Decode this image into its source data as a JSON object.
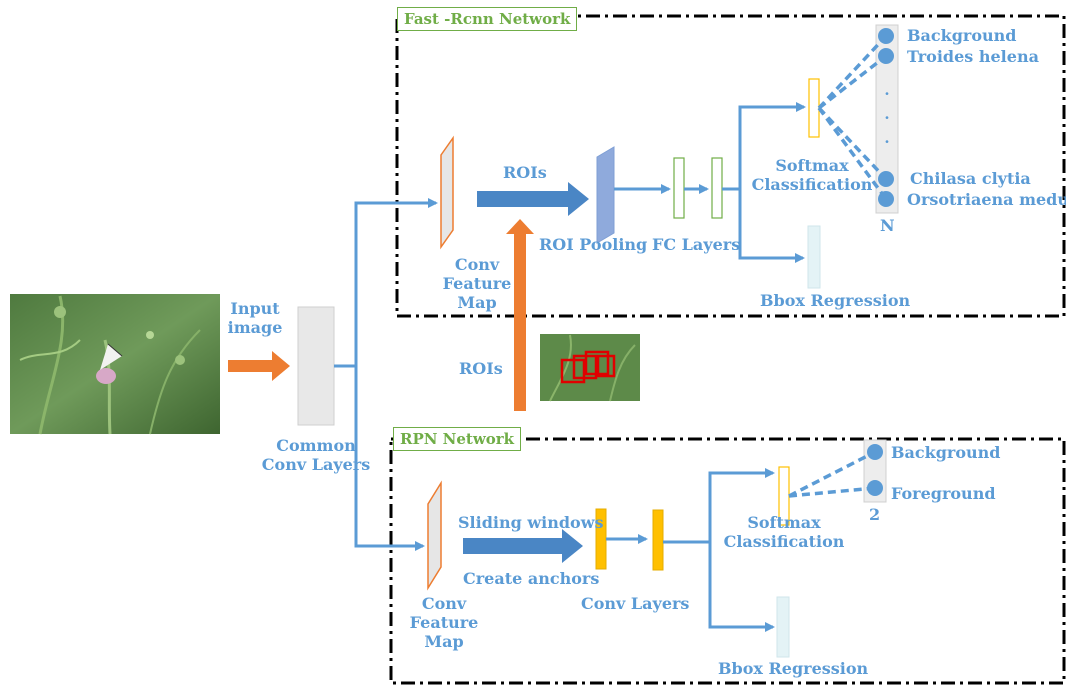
{
  "fast_rcnn": {
    "title": "Fast -Rcnn Network",
    "rois_label": "ROIs",
    "roi_pooling_label": "ROI Pooling",
    "fc_layers_label": "FC Layers",
    "conv_feature_map_label": "Conv\nFeature Map",
    "softmax_label": "Softmax\nClassification",
    "bbox_label": "Bbox  Regression",
    "classes": [
      "Background",
      "Troides helena",
      "Chilasa clytia",
      "Orsotriaena medus"
    ],
    "ellipsis": ". . .",
    "count_label": "N"
  },
  "input": {
    "label": "Input\nimage"
  },
  "common": {
    "label": "Common\nConv Layers"
  },
  "proposals": {
    "rois_label": "ROIs"
  },
  "rpn": {
    "title": "RPN Network",
    "sliding_label": "Sliding windows",
    "anchors_label": "Create anchors",
    "conv_layers_label": "Conv Layers",
    "conv_feature_map_label": "Conv\nFeature Map",
    "softmax_label": "Softmax\nClassification",
    "bbox_label": "Bbox  Regression",
    "classes": [
      "Background",
      "Foreground"
    ],
    "count_label": "2"
  },
  "colors": {
    "blue": "#5b9bd5",
    "orange": "#ed7d31",
    "green": "#70ad47",
    "yellow": "#ffc000",
    "red": "#e00000"
  }
}
